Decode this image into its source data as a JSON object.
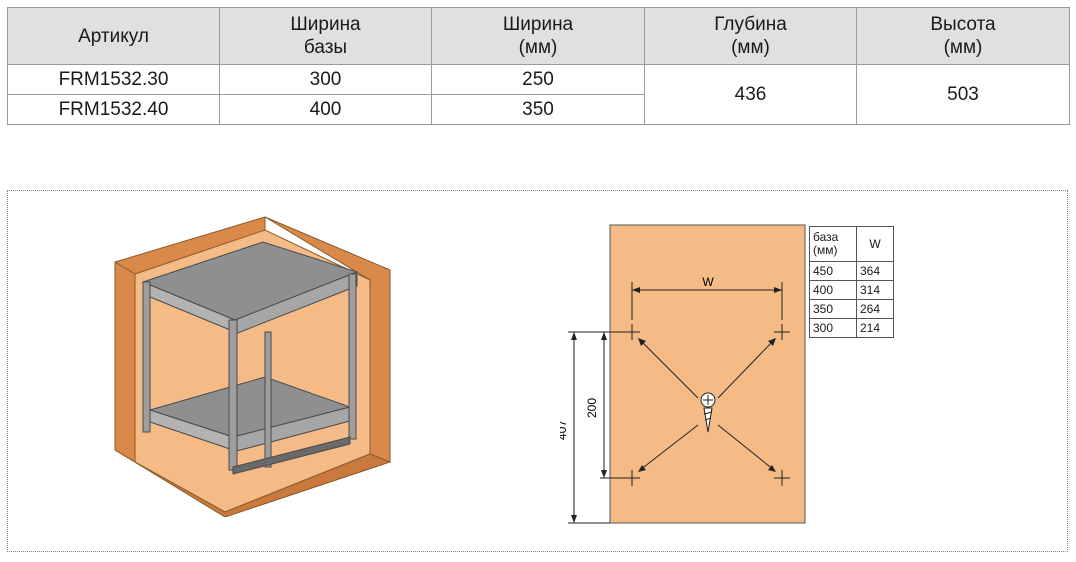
{
  "table": {
    "headers": [
      [
        "Артикул"
      ],
      [
        "Ширина",
        "базы"
      ],
      [
        "Ширина",
        "(мм)"
      ],
      [
        "Глубина",
        "(мм)"
      ],
      [
        "Высота",
        "(мм)"
      ]
    ],
    "rows": [
      {
        "article": "FRM1532.30",
        "base_width": "300",
        "width_mm": "250"
      },
      {
        "article": "FRM1532.40",
        "base_width": "400",
        "width_mm": "350"
      }
    ],
    "depth_mm": "436",
    "height_mm": "503"
  },
  "diagram": {
    "w_label": "W",
    "dim_200": "200",
    "dim_407": "407",
    "board_color": "#f4bb87",
    "cabinet_color": "#d9894a"
  },
  "mini_table": {
    "header_base": [
      "база",
      "(мм)"
    ],
    "header_w": "W",
    "rows": [
      {
        "base": "450",
        "w": "364"
      },
      {
        "base": "400",
        "w": "314"
      },
      {
        "base": "350",
        "w": "264"
      },
      {
        "base": "300",
        "w": "214"
      }
    ]
  }
}
